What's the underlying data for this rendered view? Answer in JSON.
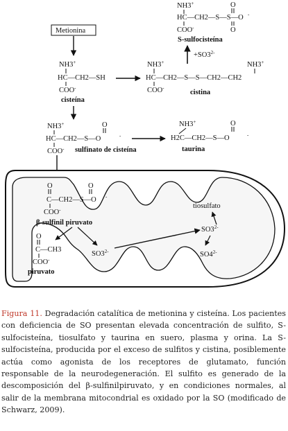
{
  "diagram": {
    "start_label": "Metionina",
    "ssulfo": {
      "nh3": "NH3",
      "chain": "HC—CH2—S—S—O",
      "coo": "COO",
      "name": "S-sulfocisteína"
    },
    "plus_so3": "+SO3",
    "cysteine": {
      "nh3": "NH3",
      "chain": "HC—CH2—SH",
      "coo": "COO",
      "name": "cisteína"
    },
    "cystine": {
      "nh3_left": "NH3",
      "nh3_right": "NH3",
      "chain": "HC—CH2—S—S—CH2—CH2",
      "coo": "COO",
      "name": "cistina"
    },
    "sulfinato": {
      "nh3": "NH3",
      "chain": "HC—CH2—S—O",
      "coo": "COO",
      "name": "sulfinato de cisteína"
    },
    "taurine": {
      "nh3": "NH3",
      "chain": "H2C—CH2—S—O",
      "name": "taurina"
    },
    "mito": {
      "sulfinil_chain": "C—CH2—S—O",
      "sulfinil_coo": "COO",
      "sulfinil_name": "β-sulfinil piruvato",
      "pyruvate_chain": "C—CH3",
      "pyruvate_coo": "COO",
      "pyruvate_name": "piruvato",
      "so3_left": "SO3",
      "so3_right": "SO3",
      "so4": "SO4",
      "tiosulfato": "tiosulfato"
    }
  },
  "caption": {
    "lead": "Figura 11.",
    "body": "Degradación catalítica de metionina y cisteína. Los pacientes con deficiencia de SO presentan elevada concentración de sulfito, S-sulfocisteína, tiosulfato y taurina en suero, plasma y orina. La S-sulfocisteína, producida por el exceso de sulfitos y cistina, posiblemente actúa como agonista de los receptores de glutamato, función responsable de la neurodegeneración. El sulfito es generado de la descomposición del β-sulfinilpiruvato, y en condiciones normales, al salir de la membrana mitocondrial es oxidado por la SO (modificado de Schwarz, 2009)."
  }
}
